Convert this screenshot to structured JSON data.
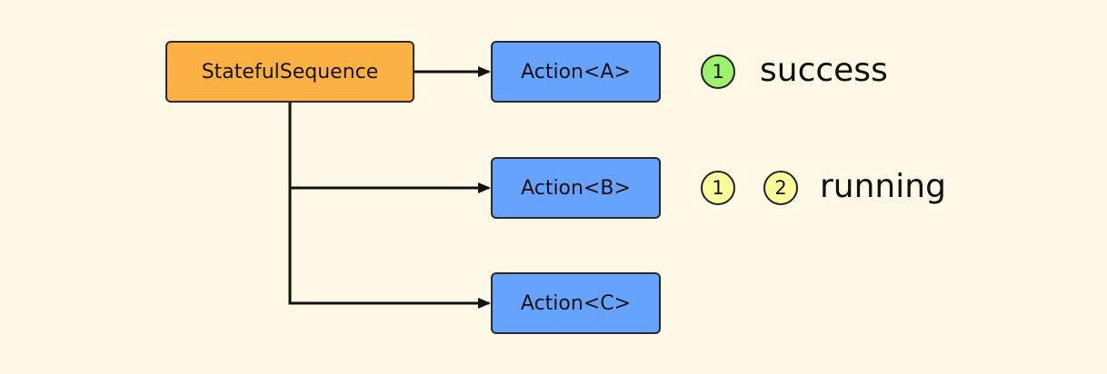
{
  "nodes": {
    "root": "StatefulSequence",
    "action_a": "Action<A>",
    "action_b": "Action<B>",
    "action_c": "Action<C>"
  },
  "badges": {
    "a_step1": "1",
    "b_step1": "1",
    "b_step2": "2"
  },
  "statuses": {
    "a": "success",
    "b": "running"
  },
  "colors": {
    "background": "#fef8e6",
    "root_fill": "#feb143",
    "action_fill": "#65a3ff",
    "success_badge": "#9cf26e",
    "running_badge": "#fbfb9b"
  }
}
